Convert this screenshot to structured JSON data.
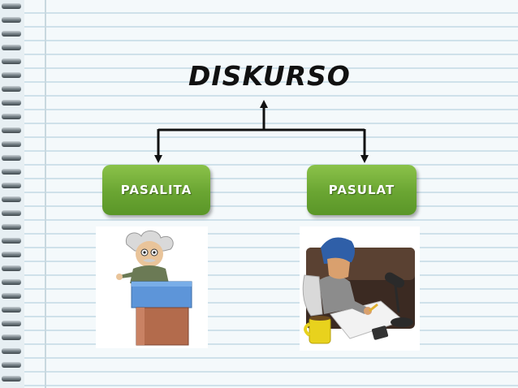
{
  "title": "DISKURSO",
  "nodes": {
    "left_label": "PASALITA",
    "right_label": "PASULAT"
  },
  "illustrations": {
    "left": "speaker-at-podium-illustration",
    "right": "writer-at-desk-illustration"
  },
  "colors": {
    "node_green": "#6aa532",
    "connector": "#111111",
    "paper_line": "#cfe1ea"
  }
}
